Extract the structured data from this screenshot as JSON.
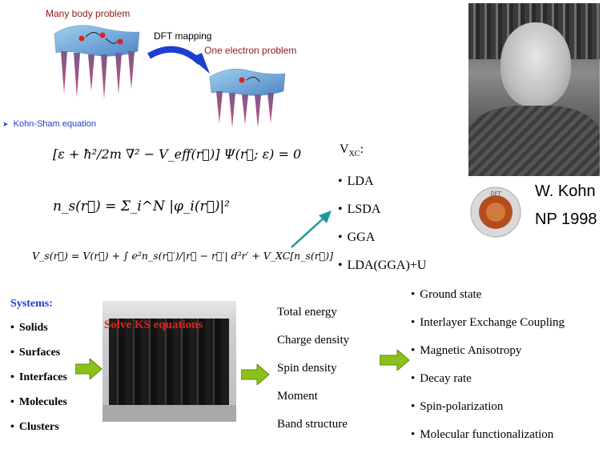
{
  "dft": {
    "many_body": "Many body problem",
    "mapping": "DFT mapping",
    "one_electron": "One electron problem",
    "ks_label": "Kohn-Sham equation",
    "eq1": "[ε + ħ²/2m ∇² − V_eff(r⃗)] Ψ(r⃗; ε) = 0",
    "eq2": "n_s(r⃗) = Σ_i^N |φ_i(r⃗)|²",
    "eq3": "V_s(r⃗) = V(r⃗) + ∫ e²n_s(r⃗′)/|r⃗ − r⃗′| d³r′ + V_XC[n_s(r⃗)]"
  },
  "vxc": {
    "title": "V",
    "title_sub": "XC",
    "title_colon": ":",
    "items": [
      "LDA",
      "LSDA",
      "GGA",
      "LDA(GGA)+U"
    ]
  },
  "kohn": {
    "name": "W. Kohn",
    "prize": "NP 1998",
    "medal_text": "DFT"
  },
  "systems": {
    "title": "Systems:",
    "items": [
      "Solids",
      "Surfaces",
      "Interfaces",
      "Molecules",
      "Clusters"
    ]
  },
  "solve": {
    "label": "Solve KS equations"
  },
  "outputs": {
    "items": [
      "Total energy",
      "Charge density",
      "Spin density",
      "Moment",
      "Band structure"
    ]
  },
  "properties": {
    "items": [
      "Ground state",
      "Interlayer Exchange Coupling",
      "Magnetic Anisotropy",
      "Decay rate",
      "Spin-polarization",
      "Molecular functionalization"
    ]
  },
  "colors": {
    "accent_blue": "#1f3fcf",
    "dark_red": "#8b1a1a",
    "arrow_green": "#8bc21a",
    "teal_arrow": "#1a9a9a",
    "solve_red": "#e0201a"
  }
}
